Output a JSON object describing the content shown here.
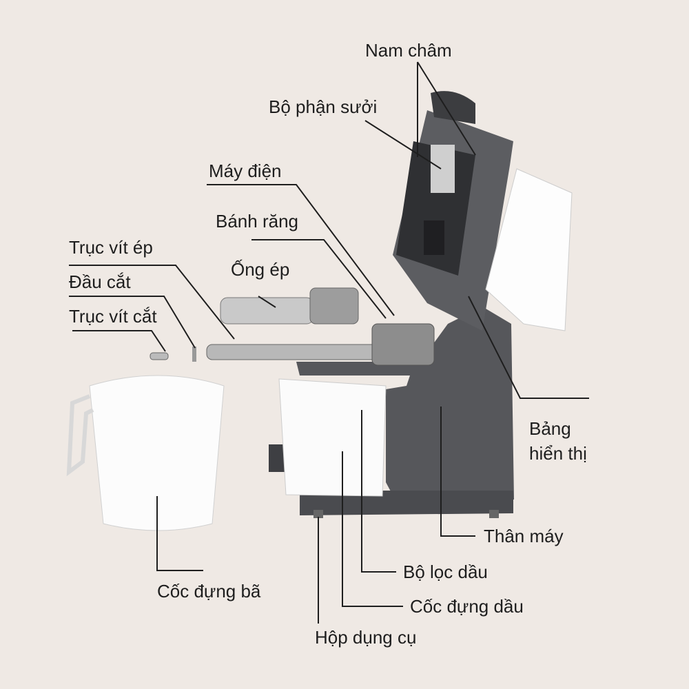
{
  "labels": {
    "nam_cham": "Nam châm",
    "bo_phan_suoi": "Bộ phận sưởi",
    "may_dien": "Máy điện",
    "banh_rang": "Bánh răng",
    "truc_vit_ep": "Trục vít ép",
    "ong_ep": "Ống ép",
    "dau_cat": "Đầu cắt",
    "truc_vit_cat": "Trục vít cắt",
    "bang_hien_thi_1": "Bảng",
    "bang_hien_thi_2": "hiển thị",
    "than_may": "Thân máy",
    "bo_loc_dau": "Bộ lọc dầu",
    "coc_dung_ba": "Cốc đựng bã",
    "coc_dung_dau": "Cốc đựng dầu",
    "hop_dung_cu": "Hộp dụng cụ"
  },
  "colors": {
    "background": "#efe9e4",
    "body": "#55565a",
    "line": "#1e1e1e"
  }
}
